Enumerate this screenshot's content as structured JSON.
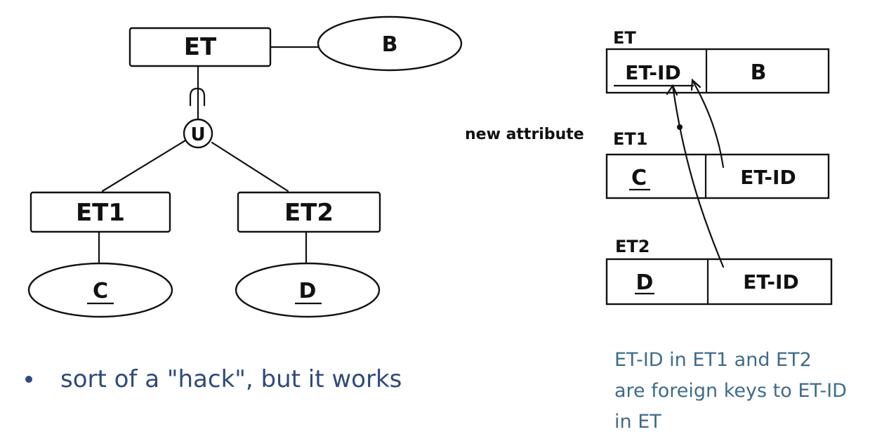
{
  "er_diagram": {
    "parent_entity": "ET",
    "parent_attribute": "B",
    "union_symbol": "U",
    "child_entities": [
      {
        "name": "ET1",
        "attribute": "C"
      },
      {
        "name": "ET2",
        "attribute": "D"
      }
    ]
  },
  "relations": {
    "et": {
      "label": "ET",
      "cols": [
        "ET-ID",
        "B"
      ]
    },
    "et1": {
      "label": "ET1",
      "cols": [
        "C",
        "ET-ID"
      ]
    },
    "et2": {
      "label": "ET2",
      "cols": [
        "D",
        "ET-ID"
      ]
    },
    "new_attribute_note": "new attribute"
  },
  "bullet_note": "sort of a \"hack\", but it works",
  "fk_note": {
    "lines": [
      "ET-ID in ET1 and ET2",
      "are foreign keys to ET-ID",
      "in ET"
    ]
  },
  "colors": {
    "ink": "#111111",
    "note_blue": "#2f4a7a",
    "note_teal": "#3f6c8a"
  }
}
